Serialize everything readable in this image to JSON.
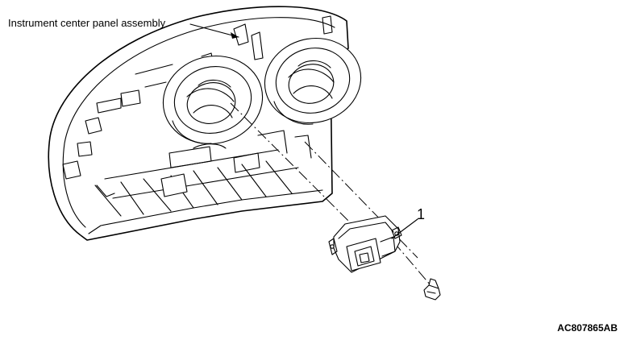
{
  "labels": {
    "assembly": "Instrument center panel assembly",
    "part_number": "1",
    "figure_code": "AC807865AB"
  }
}
